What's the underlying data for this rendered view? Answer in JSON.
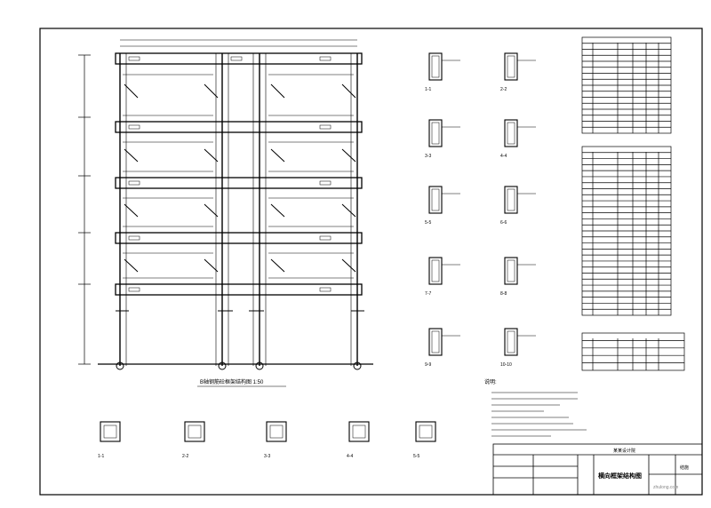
{
  "drawing": {
    "elevation_title": "B轴钢筋砼框架结构图 1:50",
    "sections": [
      {
        "id": "s1",
        "label": "1-1"
      },
      {
        "id": "s2",
        "label": "2-2"
      },
      {
        "id": "s3",
        "label": "3-3"
      },
      {
        "id": "s4",
        "label": "4-4"
      },
      {
        "id": "s5",
        "label": "5-5"
      },
      {
        "id": "s6",
        "label": "6-6"
      },
      {
        "id": "s7",
        "label": "7-7"
      },
      {
        "id": "s8",
        "label": "8-8"
      },
      {
        "id": "s9",
        "label": "9-9"
      },
      {
        "id": "s10",
        "label": "10-10"
      }
    ],
    "bottom_sections": [
      {
        "id": "b1",
        "label": "1-1"
      },
      {
        "id": "b2",
        "label": "2-2"
      },
      {
        "id": "b3",
        "label": "3-3"
      },
      {
        "id": "b4",
        "label": "4-4"
      },
      {
        "id": "b5",
        "label": "5-5"
      }
    ],
    "notes_title": "说明:",
    "title_block": {
      "project": "某某设计院",
      "drawing_name": "横向框架结构图",
      "sheet_no": "结施",
      "footer": "zhulong.com"
    }
  }
}
